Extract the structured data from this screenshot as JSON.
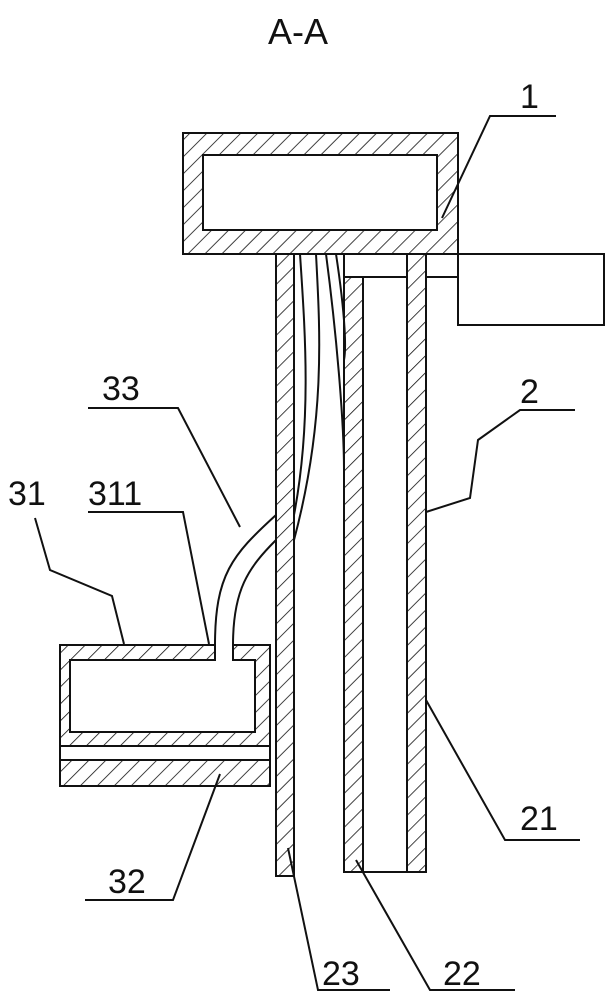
{
  "title": "A-A",
  "labels": {
    "l1": "1",
    "l2": "2",
    "l21": "21",
    "l22": "22",
    "l23": "23",
    "l31": "31",
    "l311": "311",
    "l32": "32",
    "l33": "33"
  },
  "colors": {
    "line": "#111111",
    "background": "#ffffff"
  }
}
